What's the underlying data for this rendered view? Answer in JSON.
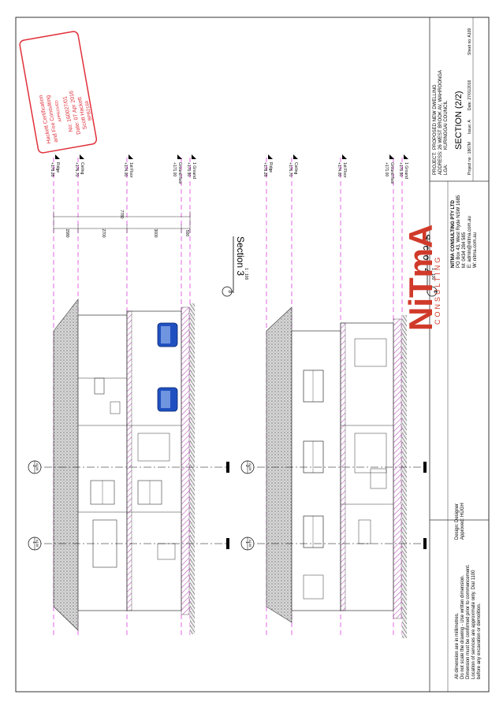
{
  "stamp": {
    "line1": "Hackett Certification",
    "line2": "and Fire Consulting",
    "line3": "APPROVED",
    "line4": "No: 160027/01",
    "line5": "Date: 07 Apr 2016",
    "line6": "Scott Hackett",
    "line7": "BPB2169",
    "color": "#e0303a"
  },
  "levels": [
    {
      "name": "Ridge",
      "value": "+178.28"
    },
    {
      "name": "Ceiling",
      "value": "+176.70"
    },
    {
      "name": "1st Floor",
      "value": "+174.00"
    },
    {
      "name": "Ground floor",
      "value": "+171.00"
    },
    {
      "name": "1 Ground",
      "value": "+170.50"
    }
  ],
  "dimensions": {
    "overall": "7780",
    "d1": "1580",
    "d2": "2700",
    "d3": "3000",
    "d4": "500"
  },
  "section3": {
    "number": "3",
    "title": "Section 3",
    "scale": "1 : 100"
  },
  "section4": {
    "number": "4",
    "title": "Section 4",
    "scale": "1 : 100"
  },
  "markers": [
    {
      "num": "1",
      "ref": "A108"
    },
    {
      "num": "2",
      "ref": "A108"
    }
  ],
  "notes": {
    "line1": "All dimension are in millimetres.",
    "line2": "Do not scale the drawing - Use written dimension.",
    "line3": "Dimension must be confirmed prior to commencement.",
    "line4": "Location of services are approximate only. Dial 1100",
    "line5": "before any excavation or demolition."
  },
  "design": {
    "designer": "Design:  Designer",
    "approved": "Approved: HUGH"
  },
  "company": {
    "name": "NITMA CONSULTING PTY LTD",
    "po": "PO Box 43, West Ryde NSW 1685",
    "mobile": "M: 0434 284 585",
    "email": "E: admin@nitma.com.au",
    "web": "W: nitma.com.au",
    "logo": "NiTmA",
    "logo_sub": "CONSULTING"
  },
  "project": {
    "label_project": "PROJECT:",
    "label_address": "ADDRESS:",
    "label_lga": "LGA:",
    "project": "PROPOSED NEW DWELLING",
    "address": "26 WEST BROOK AV, WAHROONGA",
    "lga": "KURINGGAI COUNCIL",
    "sheet_title": "SECTION (2/2)",
    "project_no": "Project no : 1867M",
    "issue": "Issue:  A",
    "date": "Date: 27/01/2016",
    "sheet_no": "Sheet no:  A109"
  },
  "colors": {
    "level_line": "#e040e0",
    "hatch": "#b85ab8",
    "car": "#2050c0"
  }
}
